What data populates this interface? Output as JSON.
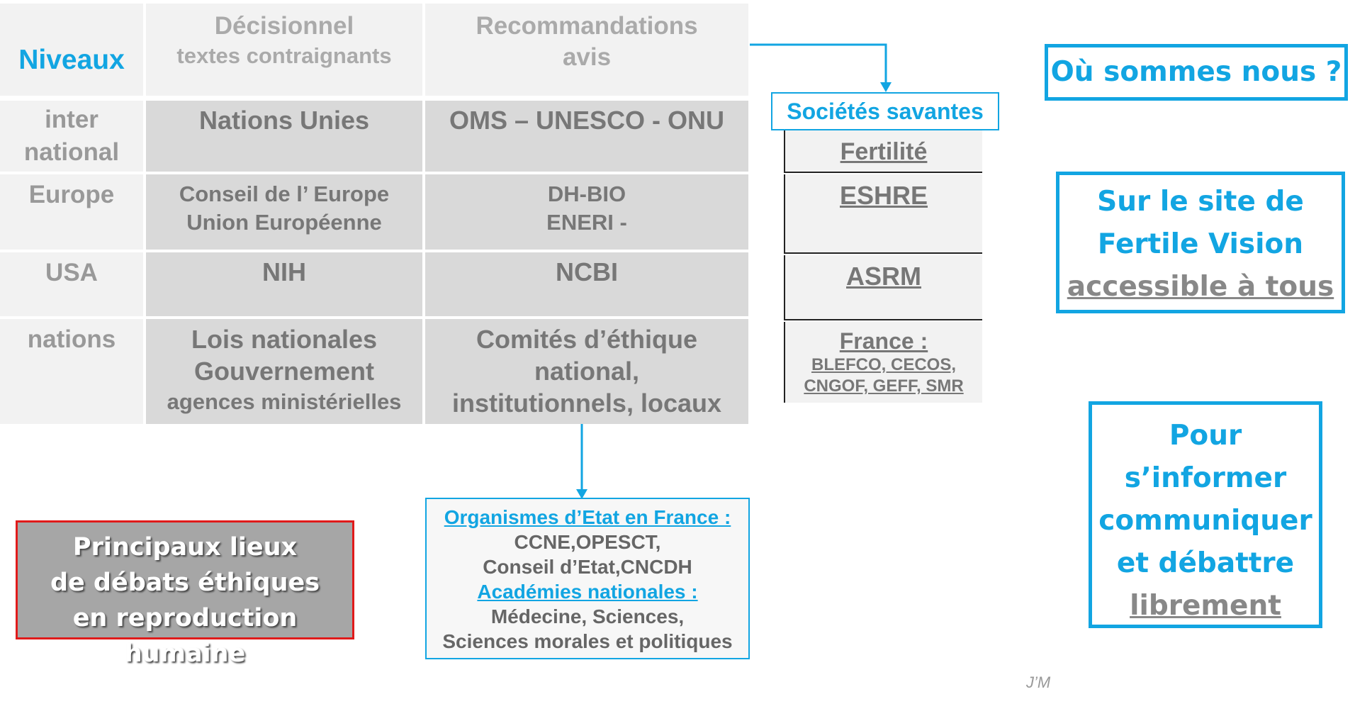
{
  "table": {
    "headers": {
      "niveaux": "Niveaux",
      "decisionnel": [
        "Décisionnel",
        "textes contraignants"
      ],
      "recommandations": [
        "Recommandations",
        "avis"
      ]
    },
    "rows": [
      {
        "level": [
          "inter",
          "national"
        ],
        "decision": [
          "Nations Unies"
        ],
        "avis": [
          "OMS – UNESCO - ONU"
        ]
      },
      {
        "level": [
          "Europe"
        ],
        "decision": [
          "Conseil de l’ Europe",
          "Union Européenne"
        ],
        "avis": [
          "DH-BIO",
          "ENERI -"
        ]
      },
      {
        "level": [
          "USA"
        ],
        "decision": [
          "NIH"
        ],
        "avis": [
          "NCBI"
        ]
      },
      {
        "level": [
          "nations"
        ],
        "decision": [
          "Lois nationales",
          "Gouvernement",
          "agences ministérielles"
        ],
        "avis": [
          "Comités d’éthique",
          "national,",
          "institutionnels, locaux"
        ]
      }
    ]
  },
  "societes": {
    "title": "Sociétés savantes",
    "items": [
      "Fertilité",
      "ESHRE",
      "ASRM"
    ],
    "france": {
      "title": "France :",
      "lines": [
        "BLEFCO, CECOS,",
        "CNGOF, GEFF, SMR"
      ]
    }
  },
  "callouts": {
    "ou_sommes": "Où sommes nous ?",
    "site": {
      "lines": [
        "Sur le site de",
        "Fertile Vision"
      ],
      "underlined": "accessible à tous"
    },
    "informer": {
      "lines": [
        "Pour",
        "s’informer",
        "communiquer",
        "et débattre"
      ],
      "underlined": "librement"
    }
  },
  "title_box": [
    "Principaux lieux",
    "de débats éthiques",
    "en reproduction humaine"
  ],
  "organismes": {
    "title": "Organismes d’Etat en France :",
    "lines1": [
      "CCNE,OPESCT,",
      "Conseil d’Etat,CNCDH"
    ],
    "academies_title": "Académies nationales :",
    "lines2": [
      "Médecine, Sciences,",
      "Sciences morales et politiques"
    ]
  },
  "signature": "J’M",
  "colors": {
    "accent": "#12a5e2",
    "alert": "#e01a1a",
    "grey_text": "#777777"
  }
}
